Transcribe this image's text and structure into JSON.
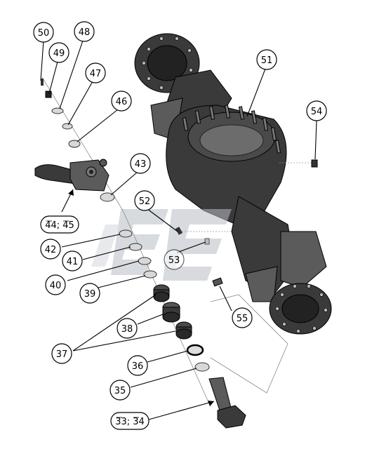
{
  "callouts": {
    "c50": "50",
    "c49": "49",
    "c48": "48",
    "c47": "47",
    "c46": "46",
    "c51": "51",
    "c54": "54",
    "c43": "43",
    "c52": "52",
    "c44_45": "44; 45",
    "c42": "42",
    "c41": "41",
    "c53": "53",
    "c40": "40",
    "c39": "39",
    "c38": "38",
    "c55": "55",
    "c37": "37",
    "c36": "36",
    "c35": "35",
    "c33_34": "33; 34"
  },
  "colors": {
    "ink": "#000000",
    "metal_dark": "#3a3a3a",
    "watermark": "#b8bcc4"
  }
}
